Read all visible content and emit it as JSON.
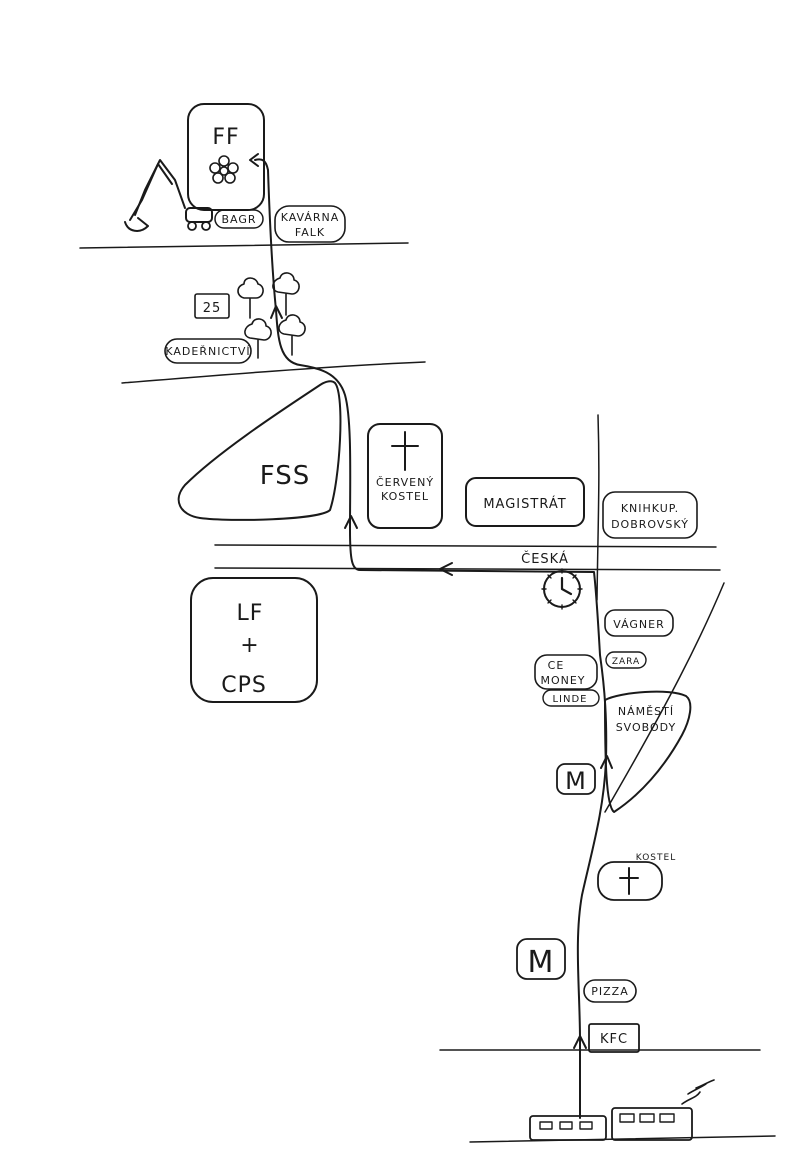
{
  "map": {
    "labels": {
      "ff": "FF",
      "bagr": "BAGR",
      "kavarna_line1": "KAVÁRNA",
      "kavarna_line2": "FALK",
      "number_25": "25",
      "kadernictvi": "KADEŘNICTVÍ",
      "fss": "FSS",
      "cerveny_line1": "ČERVENÝ",
      "cerveny_line2": "KOSTEL",
      "magistrat": "MAGISTRÁT",
      "knihkup_line1": "KNIHKUP.",
      "knihkup_line2": "DOBROVSKÝ",
      "ceska": "ČESKÁ",
      "lf_line1": "LF",
      "lf_plus": "+",
      "lf_line3": "CPS",
      "vagner": "VÁGNER",
      "zara": "ZARA",
      "ce_line1": "CE",
      "ce_line2": "MONEY",
      "linde": "LINDE",
      "namesti_line1": "NÁMĚSTÍ",
      "namesti_line2": "SVOBODY",
      "kostel": "KOSTEL",
      "pizza": "PIZZA",
      "kfc": "KFC",
      "mcd": "M"
    },
    "colors": {
      "ink": "#1a1a1a",
      "paper": "#ffffff"
    },
    "icons": [
      "flower-icon",
      "excavator-icon",
      "tree-icon",
      "cross-icon",
      "clock-icon",
      "mcdonalds-icon",
      "tram-icon",
      "arrow-icon"
    ]
  }
}
